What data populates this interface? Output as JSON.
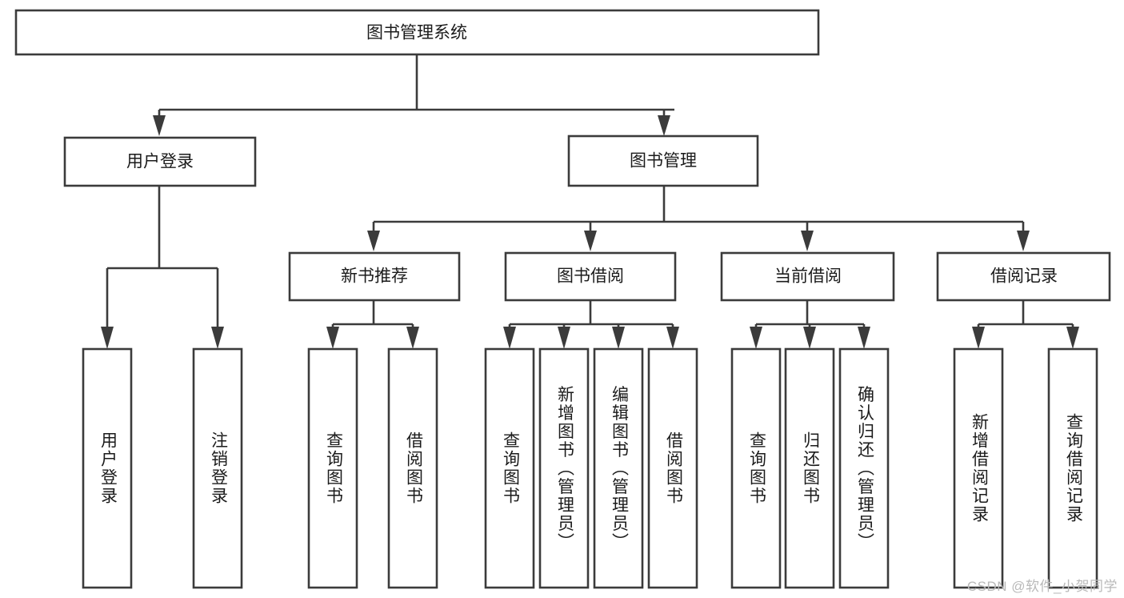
{
  "diagram": {
    "type": "tree-hierarchy",
    "title": "图书管理系统",
    "watermark": "CSDN @软件_小贺同学",
    "colors": {
      "stroke": "#3b3b3b",
      "fill": "#ffffff",
      "text": "#1b1b1b",
      "watermark": "#b9b9b9",
      "background": "#ffffff"
    },
    "nodes": {
      "root": {
        "label": "图书管理系统",
        "level": 1,
        "orientation": "horizontal"
      },
      "l2": [
        {
          "id": "user-login",
          "label": "用户登录",
          "level": 2,
          "orientation": "horizontal"
        },
        {
          "id": "book-management",
          "label": "图书管理",
          "level": 2,
          "orientation": "horizontal"
        }
      ],
      "l3": [
        {
          "id": "new-book-recommend",
          "label": "新书推荐",
          "level": 3,
          "orientation": "horizontal",
          "parent": "book-management"
        },
        {
          "id": "book-borrow",
          "label": "图书借阅",
          "level": 3,
          "orientation": "horizontal",
          "parent": "book-management"
        },
        {
          "id": "current-borrow",
          "label": "当前借阅",
          "level": 3,
          "orientation": "horizontal",
          "parent": "book-management"
        },
        {
          "id": "borrow-record",
          "label": "借阅记录",
          "level": 3,
          "orientation": "horizontal",
          "parent": "book-management"
        }
      ],
      "leaves": [
        {
          "id": "leaf-user-login",
          "label": "用户登录",
          "parent": "user-login",
          "orientation": "vertical"
        },
        {
          "id": "leaf-logout-login",
          "label": "注销登录",
          "parent": "user-login",
          "orientation": "vertical"
        },
        {
          "id": "leaf-query-book-1",
          "label": "查询图书",
          "parent": "new-book-recommend",
          "orientation": "vertical"
        },
        {
          "id": "leaf-borrow-book-1",
          "label": "借阅图书",
          "parent": "new-book-recommend",
          "orientation": "vertical"
        },
        {
          "id": "leaf-query-book-2",
          "label": "查询图书",
          "parent": "book-borrow",
          "orientation": "vertical"
        },
        {
          "id": "leaf-add-book",
          "label": "新增图书（管理员）",
          "parent": "book-borrow",
          "orientation": "vertical"
        },
        {
          "id": "leaf-edit-book",
          "label": "编辑图书（管理员）",
          "parent": "book-borrow",
          "orientation": "vertical"
        },
        {
          "id": "leaf-borrow-book-2",
          "label": "借阅图书",
          "parent": "book-borrow",
          "orientation": "vertical"
        },
        {
          "id": "leaf-query-book-3",
          "label": "查询图书",
          "parent": "current-borrow",
          "orientation": "vertical"
        },
        {
          "id": "leaf-return-book",
          "label": "归还图书",
          "parent": "current-borrow",
          "orientation": "vertical"
        },
        {
          "id": "leaf-confirm-return",
          "label": "确认归还（管理员）",
          "parent": "current-borrow",
          "orientation": "vertical"
        },
        {
          "id": "leaf-add-record",
          "label": "新增借阅记录",
          "parent": "borrow-record",
          "orientation": "vertical"
        },
        {
          "id": "leaf-query-record",
          "label": "查询借阅记录",
          "parent": "borrow-record",
          "orientation": "vertical"
        }
      ]
    }
  }
}
